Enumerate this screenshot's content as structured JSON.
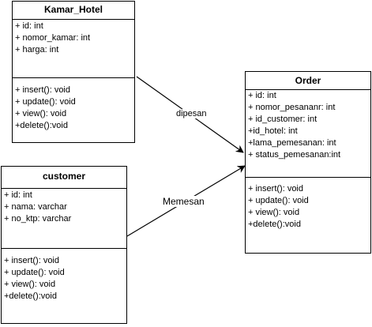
{
  "classes": {
    "kamar_hotel": {
      "name": "Kamar_Hotel",
      "attributes": [
        "+ id: int",
        "+ nomor_kamar: int",
        "+ harga: int"
      ],
      "methods": [
        "+ insert(): void",
        "+ update(): void",
        "+ view(): void",
        "+delete():void"
      ]
    },
    "customer": {
      "name": "customer",
      "attributes": [
        "+ id: int",
        "+ nama: varchar",
        "+ no_ktp: varchar"
      ],
      "methods": [
        "+ insert(): void",
        "+ update(): void",
        "+ view(): void",
        "+delete():void"
      ]
    },
    "order": {
      "name": "Order",
      "attributes": [
        "+ id: int",
        "+ nomor_pesananr: int",
        "+ id_customer: int",
        "+id_hotel: int",
        "+lama_pemesanan: int",
        "+ status_pemesanan:int"
      ],
      "methods": [
        "+ insert(): void",
        "+ update(): void",
        "+ view(): void",
        "+delete():void"
      ]
    }
  },
  "relations": {
    "dipesan": "dipesan",
    "memesan": "Memesan"
  }
}
